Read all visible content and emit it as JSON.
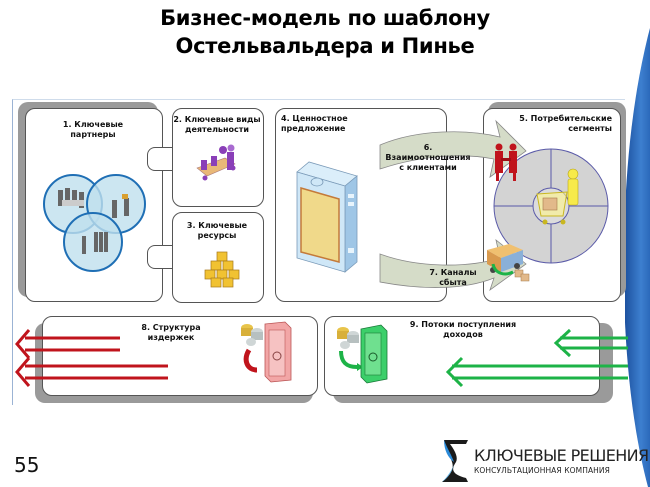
{
  "slide": {
    "title_line1": "Бизнес-модель по шаблону",
    "title_line2": "Остельвальдера и Пинье",
    "page_number": "55"
  },
  "canvas": {
    "blocks": [
      {
        "id": "key-partners",
        "label_line1": "1. Ключевые",
        "label_line2": "партнеры",
        "icon": "venn-people-icon"
      },
      {
        "id": "key-activities",
        "label_line1": "2. Ключевые виды",
        "label_line2": "деятельности",
        "icon": "conveyor-worker-icon"
      },
      {
        "id": "key-resources",
        "label_line1": "3. Ключевые",
        "label_line2": "ресурсы",
        "icon": "boxes-stack-icon"
      },
      {
        "id": "value-proposition",
        "label_line1": "4. Ценностное",
        "label_line2": "предложение",
        "icon": "product-box-icon"
      },
      {
        "id": "customer-segments",
        "label_line1": "5. Потребительские",
        "label_line2": "сегменты",
        "icon": "target-shopper-icon"
      },
      {
        "id": "customer-relationships",
        "label_line1": "6. Взаимоотношения",
        "label_line2": "с клиентами",
        "icon": "handshake-icon"
      },
      {
        "id": "channels",
        "label_line1": "7. Каналы",
        "label_line2": "сбыта",
        "icon": "delivery-truck-icon"
      },
      {
        "id": "cost-structure",
        "label_line1": "8. Структура",
        "label_line2": "издержек",
        "icon": "red-safe-coins-icon"
      },
      {
        "id": "revenue-streams",
        "label_line1": "9. Потоки поступления",
        "label_line2": "доходов",
        "icon": "green-safe-coins-icon"
      }
    ],
    "colors": {
      "venn": "#1f6fb5",
      "venn_fill": "#bfe0ee",
      "cost_arrows": "#c0141c",
      "revenue_arrows": "#1db347",
      "flow_arrow": "#d5dcc8",
      "target_ring": "#d3d3d3",
      "target_lines": "#5a5aa8"
    }
  },
  "logo": {
    "name": "КЛЮЧЕВЫЕ РЕШЕНИЯ",
    "tagline": "КОНСУЛЬТАЦИОННАЯ КОМПАНИЯ"
  }
}
